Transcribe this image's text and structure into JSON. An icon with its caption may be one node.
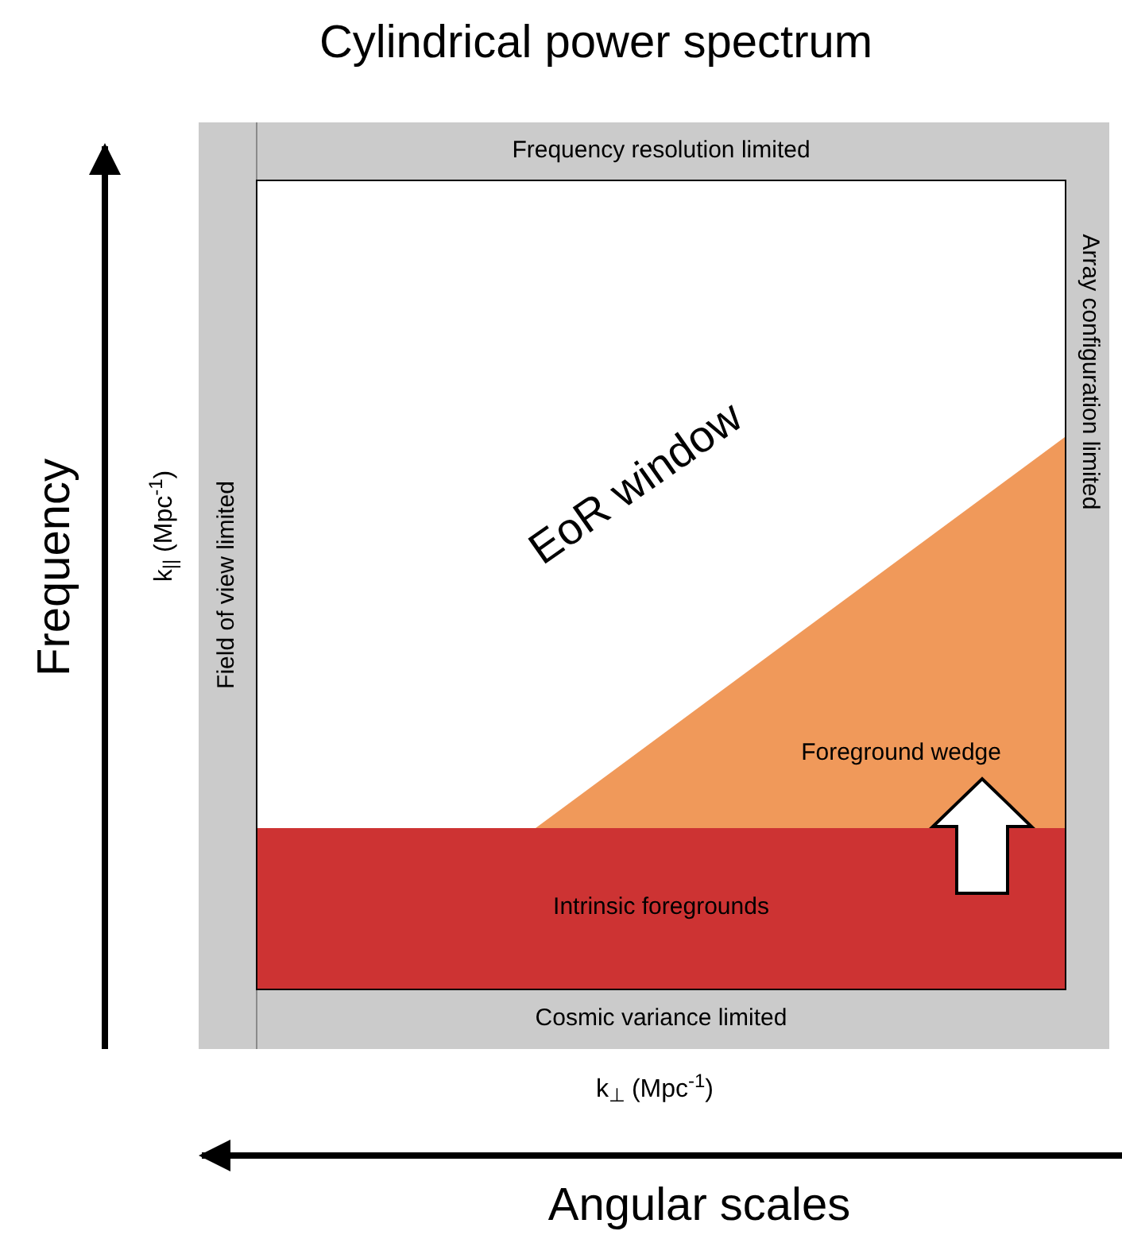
{
  "diagram": {
    "title": "Cylindrical power spectrum",
    "nodes": [
      {
        "text": [
          "Frequency resolution limited"
        ]
      },
      {
        "text": [
          "Field of view limited"
        ]
      },
      {
        "text": [
          "Array configuration limited"
        ]
      },
      {
        "text": [
          "Cosmic variance limited"
        ]
      },
      {
        "text": [
          "EoR window"
        ]
      },
      {
        "text": [
          "Foreground wedge"
        ],
        "in": 4
      },
      {
        "text": [
          "Intrinsic foregrounds"
        ],
        "in": 4
      }
    ],
    "edges": [
      {
        "from": 6,
        "to": 5,
        "arrow": "to",
        "style": "thick"
      }
    ],
    "labels": [
      "Frequency",
      "k$_{||}$ (Mpc$^{-1}$)",
      "k$_{⊥}$ (Mpc$^{-1}$)",
      "Angular scales"
    ]
  }
}
